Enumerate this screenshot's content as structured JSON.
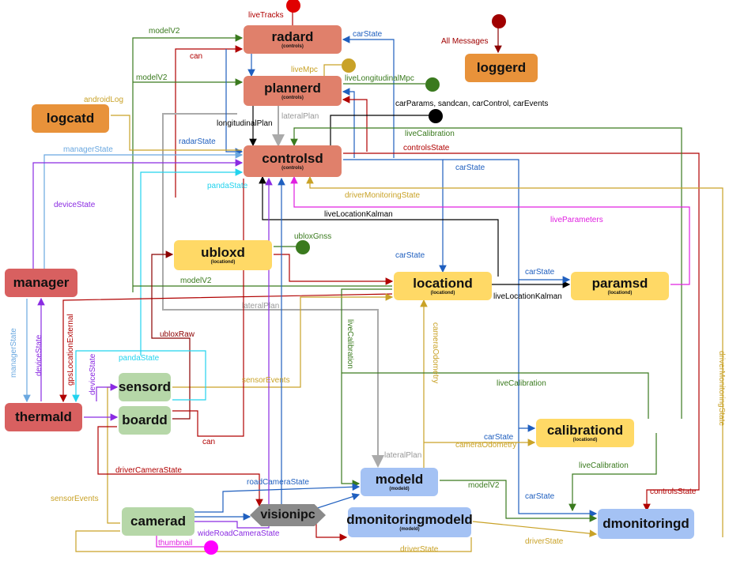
{
  "nodes": {
    "radard": {
      "title": "radard",
      "sub": "(controls)"
    },
    "plannerd": {
      "title": "plannerd",
      "sub": "(controls)"
    },
    "controlsd": {
      "title": "controlsd",
      "sub": "(controls)"
    },
    "loggerd": {
      "title": "loggerd"
    },
    "logcatd": {
      "title": "logcatd"
    },
    "ubloxd": {
      "title": "ubloxd",
      "sub": "(locationd)"
    },
    "locationd": {
      "title": "locationd",
      "sub": "(locationd)"
    },
    "paramsd": {
      "title": "paramsd",
      "sub": "(locationd)"
    },
    "manager": {
      "title": "manager"
    },
    "thermald": {
      "title": "thermald"
    },
    "sensord": {
      "title": "sensord"
    },
    "boardd": {
      "title": "boardd"
    },
    "calibrationd": {
      "title": "calibrationd",
      "sub": "(locationd)"
    },
    "modeld": {
      "title": "modeld",
      "sub": "(modeld)"
    },
    "camerad": {
      "title": "camerad"
    },
    "visionipc": {
      "title": "visionipc"
    },
    "dmonitoringmodeld": {
      "title": "dmonitoringmodeld",
      "sub": "(modeld)"
    },
    "dmonitoringd": {
      "title": "dmonitoringd"
    }
  },
  "labels": {
    "liveTracks": "liveTracks",
    "allMessages": "All Messages",
    "modelV2": "modelV2",
    "carState": "carState",
    "can": "can",
    "liveMpc": "liveMpc",
    "liveLongitudinalMpc": "liveLongitudinalMpc",
    "androidLog": "androidLog",
    "carParamsEtc": "carParams, sandcan, carControl, carEvents",
    "longitudinalPlan": "longitudinalPlan",
    "lateralPlan": "lateralPlan",
    "liveCalibration": "liveCalibration",
    "radarState": "radarState",
    "managerState": "managerState",
    "controlsState": "controlsState",
    "pandaState": "pandaState",
    "driverMonitoringState": "driverMonitoringState",
    "deviceState": "deviceState",
    "liveLocationKalman": "liveLocationKalman",
    "liveParameters": "liveParameters",
    "ubloxGnss": "ubloxGnss",
    "gpsLocationExternal": "gpsLocationExternal",
    "ubloxRaw": "ubloxRaw",
    "cameraOdometry": "cameraOdometry",
    "sensorEvents": "sensorEvents",
    "driverCameraState": "driverCameraState",
    "roadCameraState": "roadCameraState",
    "wideRoadCameraState": "wideRoadCameraState",
    "thumbnail": "thumbnail",
    "driverState": "driverState"
  }
}
